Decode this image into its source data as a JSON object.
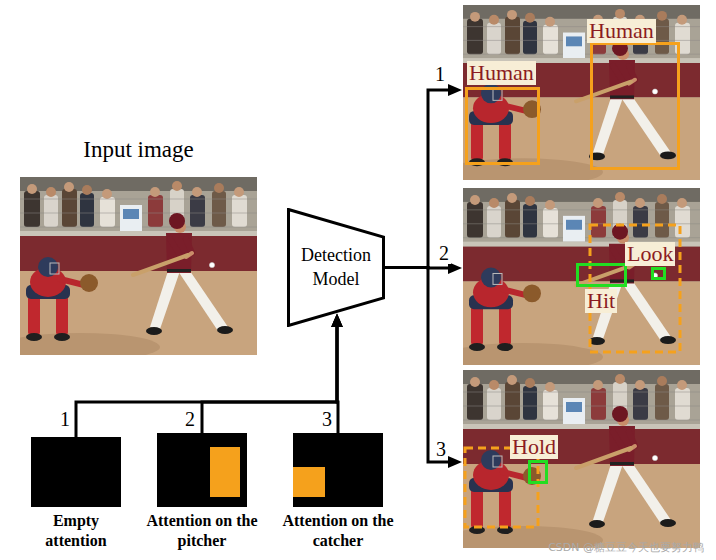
{
  "diagram": {
    "nodes": [
      {
        "text": [
          "Input image"
        ]
      },
      {
        "text": [
          "Empty attention"
        ]
      },
      {
        "text": [
          "Attention on the pitcher"
        ]
      },
      {
        "text": [
          "Attention on the catcher"
        ]
      },
      {
        "text": [
          "Detection Model"
        ]
      },
      {
        "text": []
      },
      {
        "text": [
          "Human"
        ],
        "in": 5
      },
      {
        "text": [
          "Human"
        ],
        "in": 5
      },
      {
        "text": []
      },
      {
        "text": [
          "Look"
        ],
        "in": 8
      },
      {
        "text": [
          "Hit"
        ],
        "in": 8
      },
      {
        "text": []
      },
      {
        "text": [
          "Hold"
        ],
        "in": 11
      }
    ],
    "edges": [
      {
        "from": 1,
        "to": 4,
        "arrow": "to",
        "label": "1"
      },
      {
        "from": 2,
        "to": 4,
        "arrow": "to",
        "label": "2"
      },
      {
        "from": 3,
        "to": 4,
        "arrow": "to",
        "label": "3"
      },
      {
        "from": 4,
        "to": 5,
        "arrow": "to",
        "label": "1"
      },
      {
        "from": 4,
        "to": 8,
        "arrow": "to",
        "label": "2"
      },
      {
        "from": 4,
        "to": 11,
        "arrow": "to",
        "label": "3"
      }
    ],
    "labels": [
      "CSDN @糖豆豆今天也要努力鸭"
    ]
  }
}
